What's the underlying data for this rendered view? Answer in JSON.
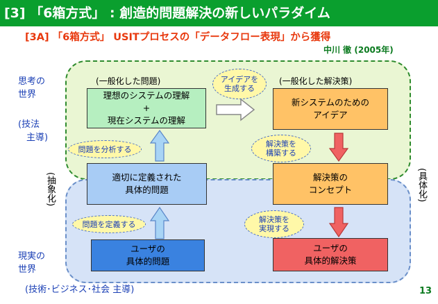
{
  "header": {
    "title": "[3] 「6箱方式」 :  創造的問題解決の新しいパラダイム",
    "subtitle": "[3A] 「6箱方式」  USITプロセスの「データフロー表現」から獲得",
    "author": "中川 徹 (2005年)"
  },
  "left_labels": {
    "thought_world": [
      "思考の",
      "世界"
    ],
    "thought_method": [
      "(技法",
      "主導)"
    ],
    "real_world": [
      "現実の",
      "世界"
    ],
    "real_method": "(技術･ビジネス･社会 主導)"
  },
  "vertical_labels": {
    "abstraction": "(抽象化)",
    "concretization": "(具体化)"
  },
  "captions": {
    "general_problem": "(一般化した問題)",
    "general_solution": "(一般化した解決策)"
  },
  "boxes": {
    "ideal_system": [
      "理想のシステムの理解",
      "+",
      "現在システムの理解"
    ],
    "new_ideas": [
      "新システムのための",
      "アイデア"
    ],
    "defined_problem": [
      "適切に定義された",
      "具体的問題"
    ],
    "solution_concept": [
      "解決策の",
      "コンセプト"
    ],
    "user_problem": [
      "ユーザの",
      "具体的問題"
    ],
    "user_solution": [
      "ユーザの",
      "具体的解決策"
    ]
  },
  "bubbles": {
    "generate_ideas": [
      "アイデアを",
      "生成する"
    ],
    "analyze_problem": [
      "問題を分析する"
    ],
    "construct_solution": [
      "解決策を",
      "構築する"
    ],
    "define_problem": [
      "問題を定義する"
    ],
    "implement_solution": [
      "解決策を",
      "実現する"
    ]
  },
  "page_number": "13",
  "colors": {
    "title_bg": "#0a9f2e",
    "subtitle": "#e8380d",
    "green_box": "#b6efc0",
    "orange_box": "#ffc266",
    "blue_box_light": "#a8ccf5",
    "blue_box_dark": "#3a82e0",
    "red_box": "#f06262",
    "arrow_blue": "#a8d4f5",
    "arrow_red": "#f06262",
    "bubble": "#fff8a8"
  }
}
